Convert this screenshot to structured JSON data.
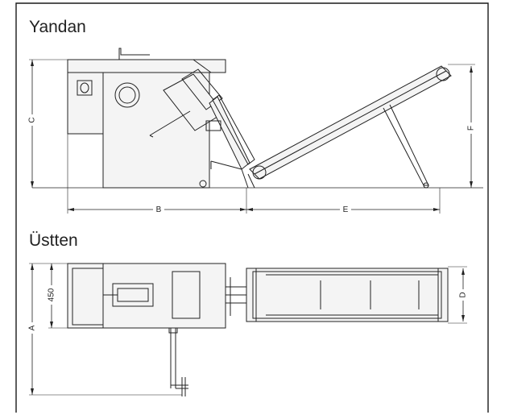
{
  "titles": {
    "side_view": "Yandan",
    "top_view": "Üstten"
  },
  "dimensions": {
    "a": "A",
    "b": "B",
    "c": "C",
    "d": "D",
    "e": "E",
    "f": "F",
    "width_450": "450"
  },
  "colors": {
    "line": "#222222",
    "frame": "#1a1a1a",
    "machine_fill": "#f4f4f4"
  }
}
